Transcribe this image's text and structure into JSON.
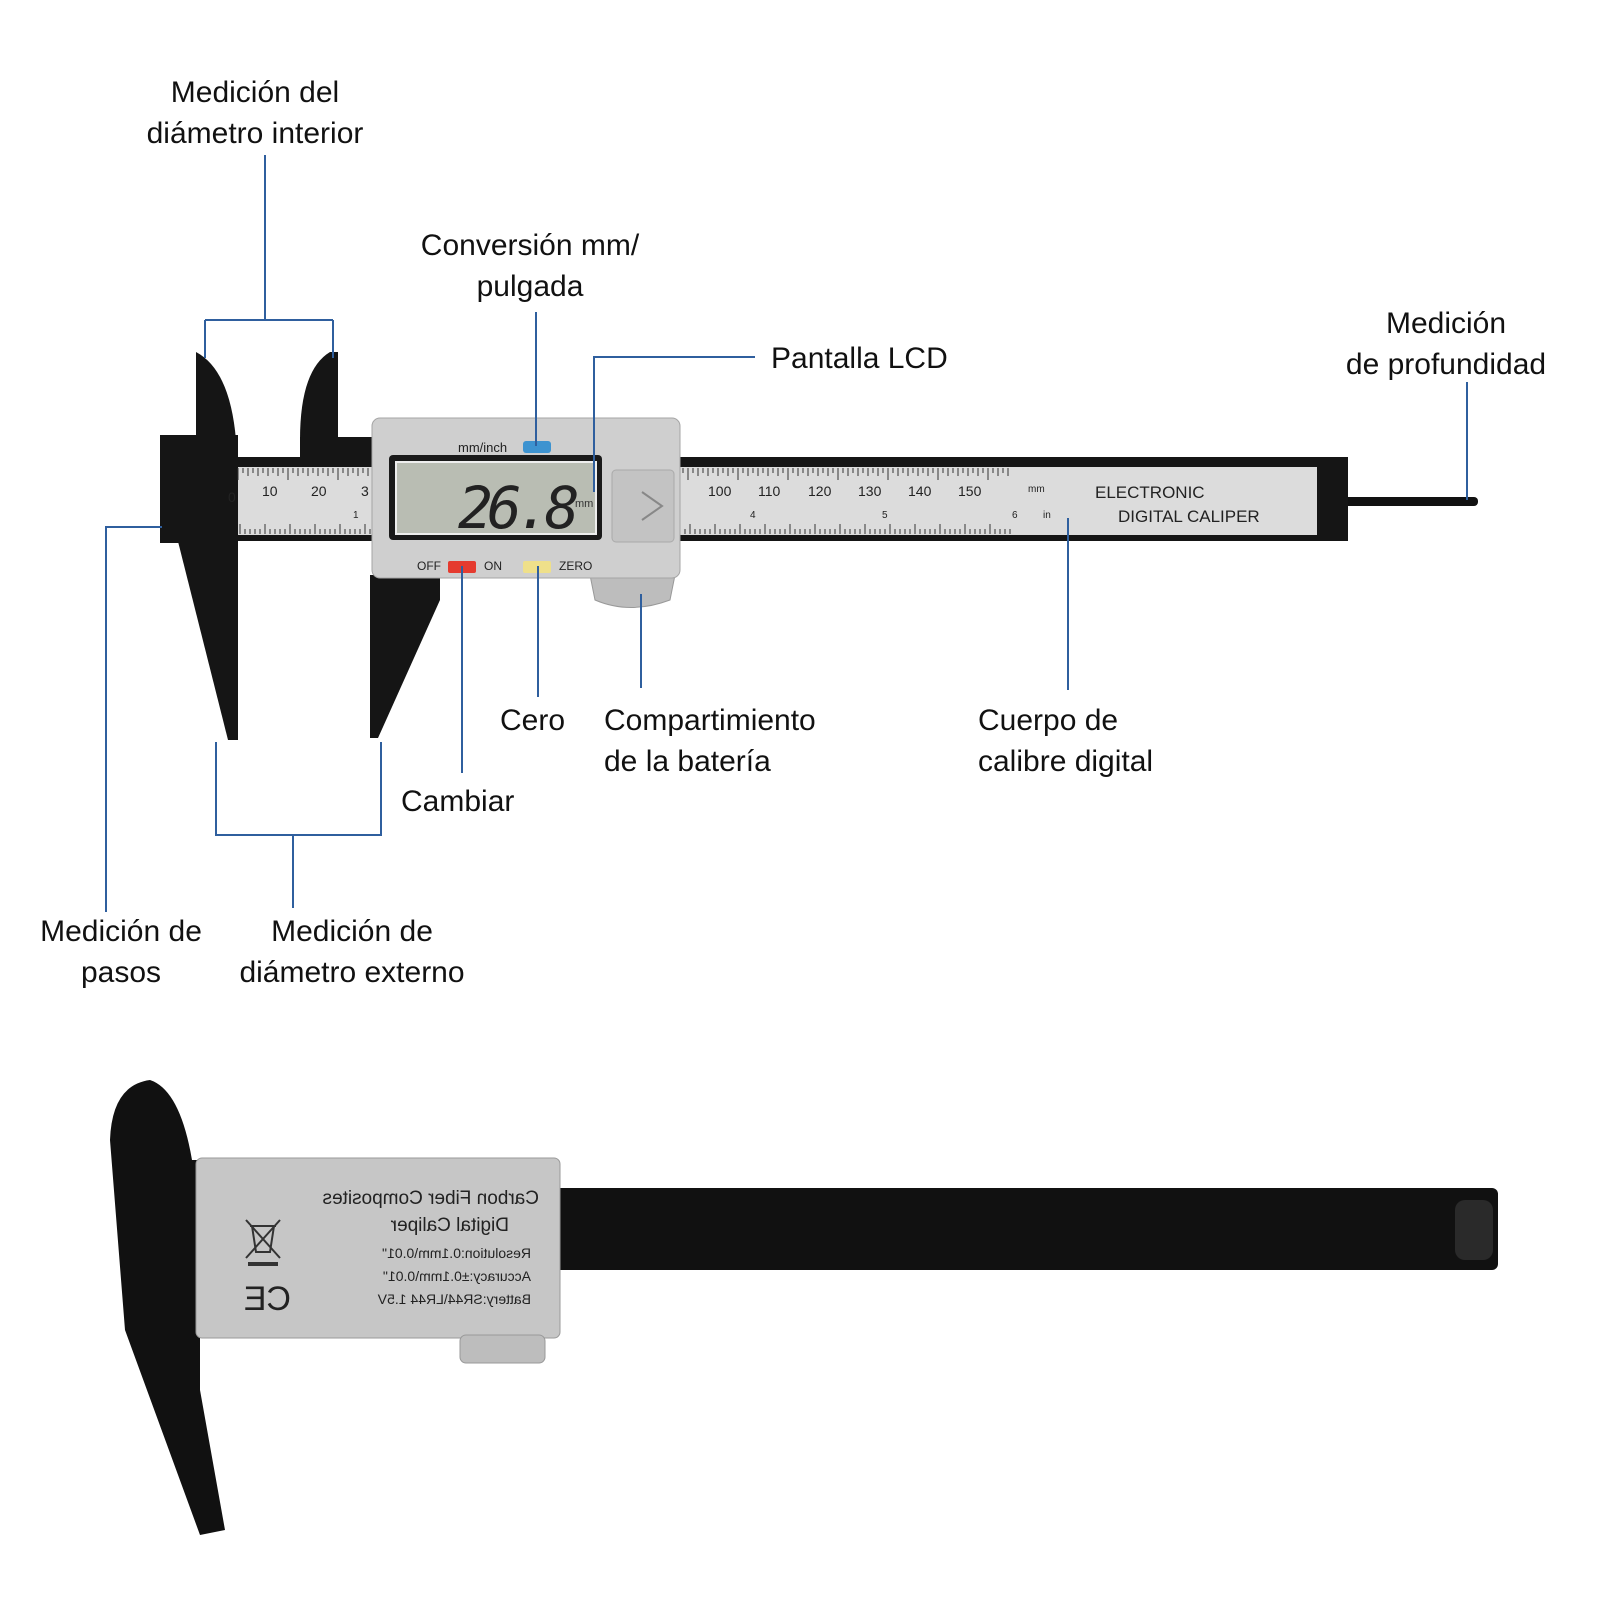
{
  "labels": {
    "inner_diameter": [
      "Medición del",
      "diámetro interior"
    ],
    "conversion": [
      "Conversión mm/",
      "pulgada"
    ],
    "lcd": "Pantalla LCD",
    "depth": [
      "Medición",
      "de profundidad"
    ],
    "zero": "Cero",
    "battery": [
      "Compartimiento",
      "de la batería"
    ],
    "body": [
      "Cuerpo de",
      "calibre digital"
    ],
    "switch": "Cambiar",
    "step": [
      "Medición de",
      "pasos"
    ],
    "outer_diameter": [
      "Medición de",
      "diámetro externo"
    ]
  },
  "caliper_front": {
    "reading": "26.8",
    "unit": "mm",
    "unit_button": "mm/inch",
    "off": "OFF",
    "on": "ON",
    "zero": "ZERO",
    "scale_mm": [
      "0",
      "10",
      "20",
      "3",
      "100",
      "110",
      "120",
      "130",
      "140",
      "150"
    ],
    "scale_in": [
      "1",
      "4",
      "5",
      "6"
    ],
    "mm_label": "mm",
    "in_label": "in",
    "brand_line1": "ELECTRONIC",
    "brand_line2": "DIGITAL CALIPER"
  },
  "caliper_back": {
    "lines": [
      "Carbon Fiber Composites",
      "Digital Caliper",
      "Resolution:0.1mm\\0.01\"",
      "Accuracy:±0.1mm\\0.01\"",
      "Battery:SR44\\LR44 1.5V"
    ],
    "ce_mark": "CE"
  },
  "colors": {
    "leader": "#2f5f9e",
    "off_on_button": "#e53b2f",
    "zero_button": "#efe08a",
    "unit_button": "#3d93d0"
  }
}
